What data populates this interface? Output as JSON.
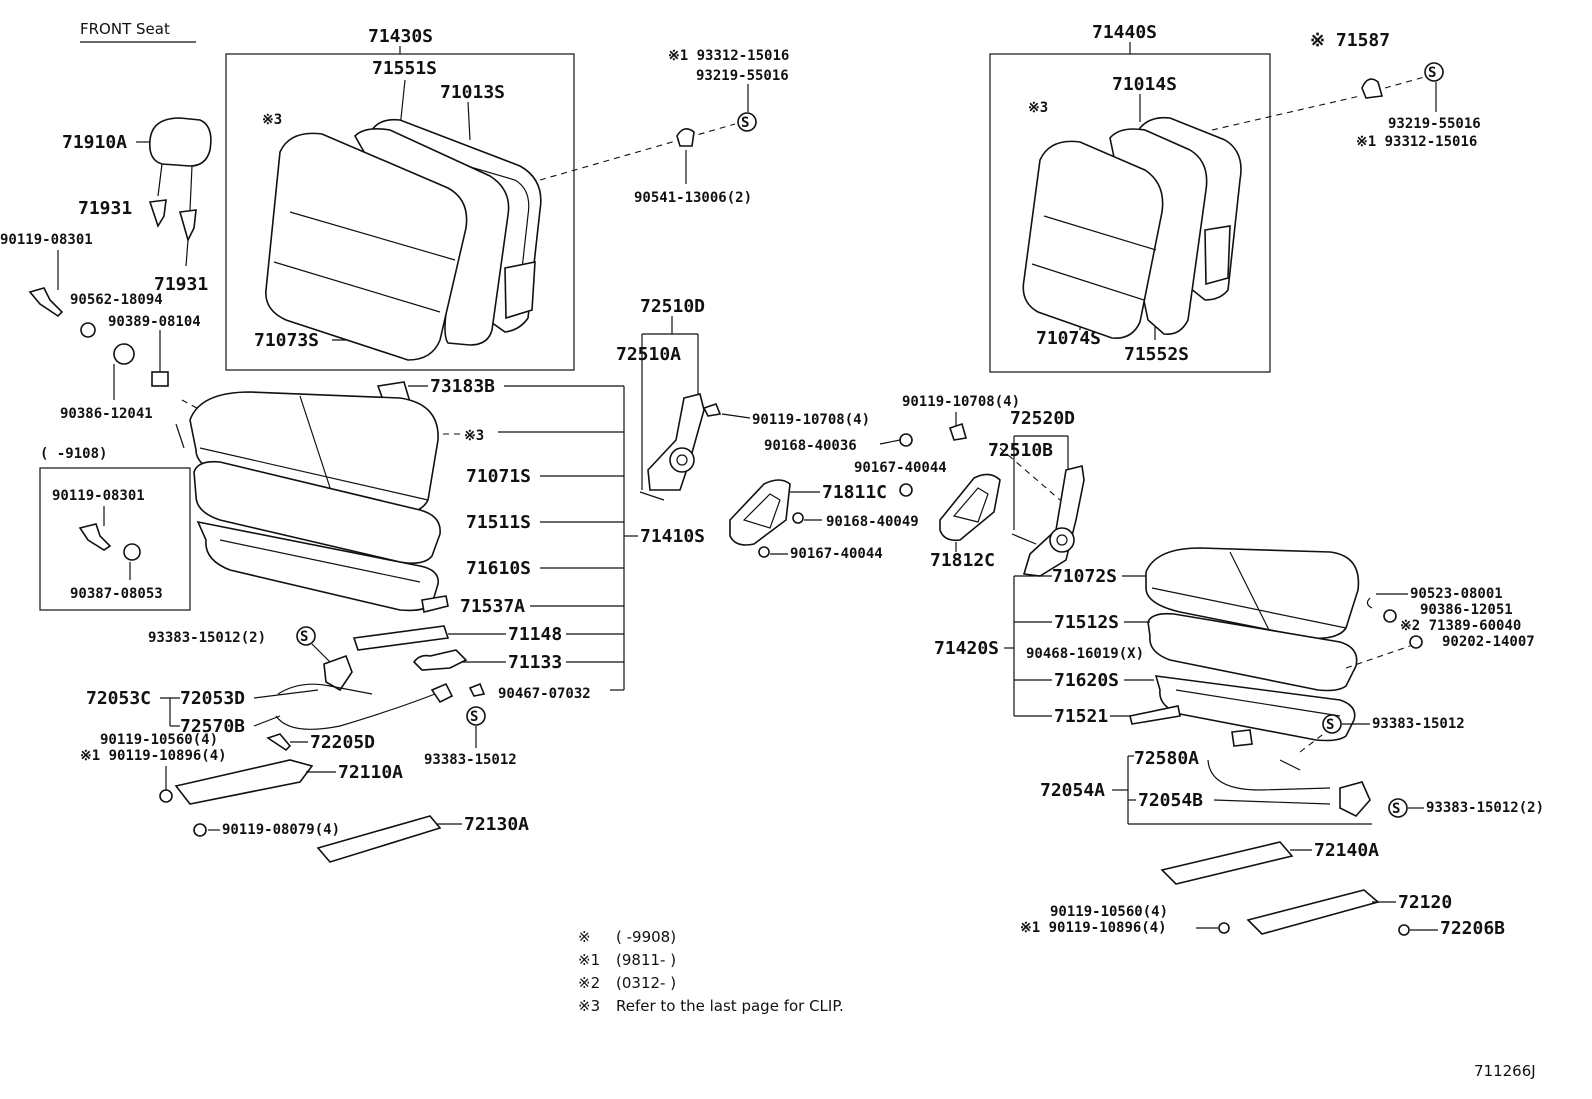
{
  "title": "FRONT Seat",
  "drawing_number": "711266J",
  "part_labels": {
    "p71430S": "71430S",
    "p71551S": "71551S",
    "p71013S": "71013S",
    "p71073S": "71073S",
    "p71440S": "71440S",
    "p71014S": "71014S",
    "p71074S": "71074S",
    "p71552S": "71552S",
    "p71587": "※ 71587",
    "p93312_15016_a": "※1 93312-15016",
    "p93219_55016_a": "93219-55016",
    "p90541": "90541-13006(2)",
    "p93219_55016_b": "93219-55016",
    "p93312_15016_b": "※1 93312-15016",
    "p71910A": "71910A",
    "p71931_a": "71931",
    "p71931_b": "71931",
    "p90119_08301_a": "90119-08301",
    "p90562": "90562-18094",
    "p90389": "90389-08104",
    "p90386_12041": "90386-12041",
    "p9108": "(      -9108)",
    "p90119_08301_b": "90119-08301",
    "p90387": "90387-08053",
    "p73183B": "73183B",
    "p_clip3": "※3",
    "p71071S": "71071S",
    "p71511S": "71511S",
    "p71610S": "71610S",
    "p71537A": "71537A",
    "p71148": "71148",
    "p71133": "71133",
    "p90467": "90467-07032",
    "p71410S": "71410S",
    "p93383_a": "93383-15012(2)",
    "p72053C": "72053C",
    "p72053D": "72053D",
    "p72570B": "72570B",
    "p90119_10560_a": "90119-10560(4)",
    "p90119_10896_a": "※1 90119-10896(4)",
    "p72205D": "72205D",
    "p72110A": "72110A",
    "p90119_08079": "90119-08079(4)",
    "p72130A": "72130A",
    "p93383_b": "93383-15012",
    "p72510D": "72510D",
    "p72510A": "72510A",
    "p90119_10708_a": "90119-10708(4)",
    "p90119_10708_b": "90119-10708(4)",
    "p90168_40036": "90168-40036",
    "p90167_40044_a": "90167-40044",
    "p71811C": "71811C",
    "p90168_40049": "90168-40049",
    "p90167_40044_b": "90167-40044",
    "p72520D": "72520D",
    "p72510B": "72510B",
    "p71812C": "71812C",
    "p71072S": "71072S",
    "p71512S": "71512S",
    "p71420S": "71420S",
    "p90468": "90468-16019(X)",
    "p71620S": "71620S",
    "p71521": "71521",
    "p90523": "90523-08001",
    "p90386_12051": "90386-12051",
    "p71389": "※2 71389-60040",
    "p90202": "90202-14007",
    "p93383_c": "93383-15012",
    "p72580A": "72580A",
    "p72054A": "72054A",
    "p72054B": "72054B",
    "p93383_d": "93383-15012(2)",
    "p72140A": "72140A",
    "p72120": "72120",
    "p90119_10560_b": "90119-10560(4)",
    "p90119_10896_b": "※1 90119-10896(4)",
    "p72206B": "72206B"
  },
  "legend": [
    {
      "mark": "※",
      "text": "(      -9908)"
    },
    {
      "mark": "※1",
      "text": "(9811-      )"
    },
    {
      "mark": "※2",
      "text": "(0312-      )"
    },
    {
      "mark": "※3",
      "text": "Refer to the last page for CLIP."
    }
  ],
  "note_marks": {
    "clip_a": "※3",
    "clip_b": "※3",
    "s": "S"
  }
}
